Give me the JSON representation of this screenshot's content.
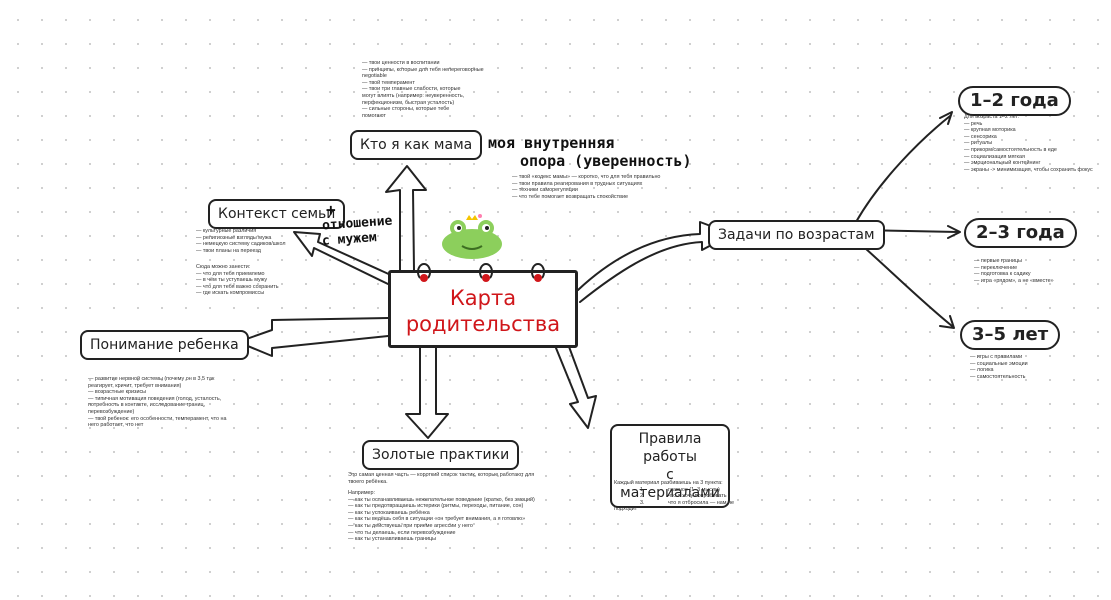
{
  "center": {
    "line1": "Карта",
    "line2": "родительства"
  },
  "nodes": {
    "who_am_i": "Кто я как мама",
    "family_context": "Контекст семьи",
    "understanding_child": "Понимание ребенка",
    "golden_practices": "Золотые практики",
    "rules_line1": "Правила работы",
    "rules_line2": "с материалами",
    "age_tasks": "Задачи по возрастам",
    "age_1_2": "1–2 года",
    "age_2_3": "2–3 года",
    "age_3_5": "3–5 лет"
  },
  "annotations": {
    "family_plus": "+",
    "family_line1": "отношение",
    "family_line2": "с мужем",
    "support_line1": "моя внутренняя",
    "support_line2": "опора (уверенность)"
  },
  "notes": {
    "who_am_i": [
      "— твои ценности в воспитании",
      "— принципы, которые для тебя непереговорные",
      "negotiable",
      "— твой темперамент",
      "— твои три главные слабости, которые",
      "могут влиять (например: неуверенность,",
      "перфекционизм, быстрая усталость)",
      "— сильные стороны, которые тебе",
      "помогают"
    ],
    "support": [
      "— твой «кодекс мамы» — коротко, что для тебя правильно",
      "— твои правила реагирования в трудных ситуациях",
      "— техники саморегуляции",
      "— что тебе помогает возвращать спокойствие"
    ],
    "family": [
      "— культурные различия",
      "— религиозные взгляды мужа",
      "— немецкую систему садиков/школ",
      "— твои планы на переезд"
    ],
    "family_husband": [
      "Сюда можно занести:",
      "— что для тебя приемлемо",
      "— в чём ты уступаешь мужу",
      "— что для тебя важно сохранить",
      "— где искать компромиссы"
    ],
    "understanding": [
      "— развитие нервной системы (почему он в 3,5 так",
      "реагирует, кричит, требует внимания)",
      "— возрастные кризисы",
      "— типичная мотивация поведения (голод, усталость,",
      "потребность в контакте, исследование границ,",
      "перевозбуждение)",
      "— твой ребенок: его особенности, темперамент, что на",
      "него работает, что нет"
    ],
    "golden_intro": [
      "Это самая ценная часть — короткий список тактик, которые работают для",
      "твоего ребёнка."
    ],
    "golden_list": [
      "Например:",
      "— как ты останавливаешь нежелательное поведение (кратко, без эмоций)",
      "— как ты предотвращаешь истерики (ритмы, переходы, питание, сон)",
      "— как ты успокаиваешь ребёнка",
      "— как ты ведёшь себя в ситуации «он требует внимания, а я готовлю»",
      "— как ты действуешь при приеме агрессии у него",
      "— что ты делаешь, если перевозбуждение",
      "— как ты устанавливаешь границы"
    ],
    "rules_intro": "Каждый материал разбиваешь на 3 пункта:",
    "rules_list": [
      {
        "num": "1.",
        "text": "главное (1–3 мысли)"
      },
      {
        "num": "2.",
        "text": "что я хочу попробовать"
      },
      {
        "num": "3.",
        "text": "что я отбросила — нам не"
      }
    ],
    "rules_tail": "подходит",
    "age_1_2": [
      "Для возраста 1–2 лет:",
      "— речь",
      "— крупная моторика",
      "— сенсорика",
      "— ритуалы",
      "— прикорм/самостоятельность в еде",
      "— социализация мягкая",
      "— эмоциональный контейнинг",
      "— экраны -> минимизация, чтобы сохранить фокус"
    ],
    "age_2_3": [
      "— первые границы",
      "— переключение",
      "— подготовка к садику",
      "— игра «рядом», а не «вместе»"
    ],
    "age_3_5": [
      "— игры с правилами",
      "— социальные эмоции",
      "— логика",
      "— самостоятельность"
    ]
  },
  "colors": {
    "accent": "#d0161a",
    "ink": "#222222",
    "frog": "#8ccf5c"
  },
  "icons": [
    "frog-icon",
    "calendar-ring-icon"
  ]
}
